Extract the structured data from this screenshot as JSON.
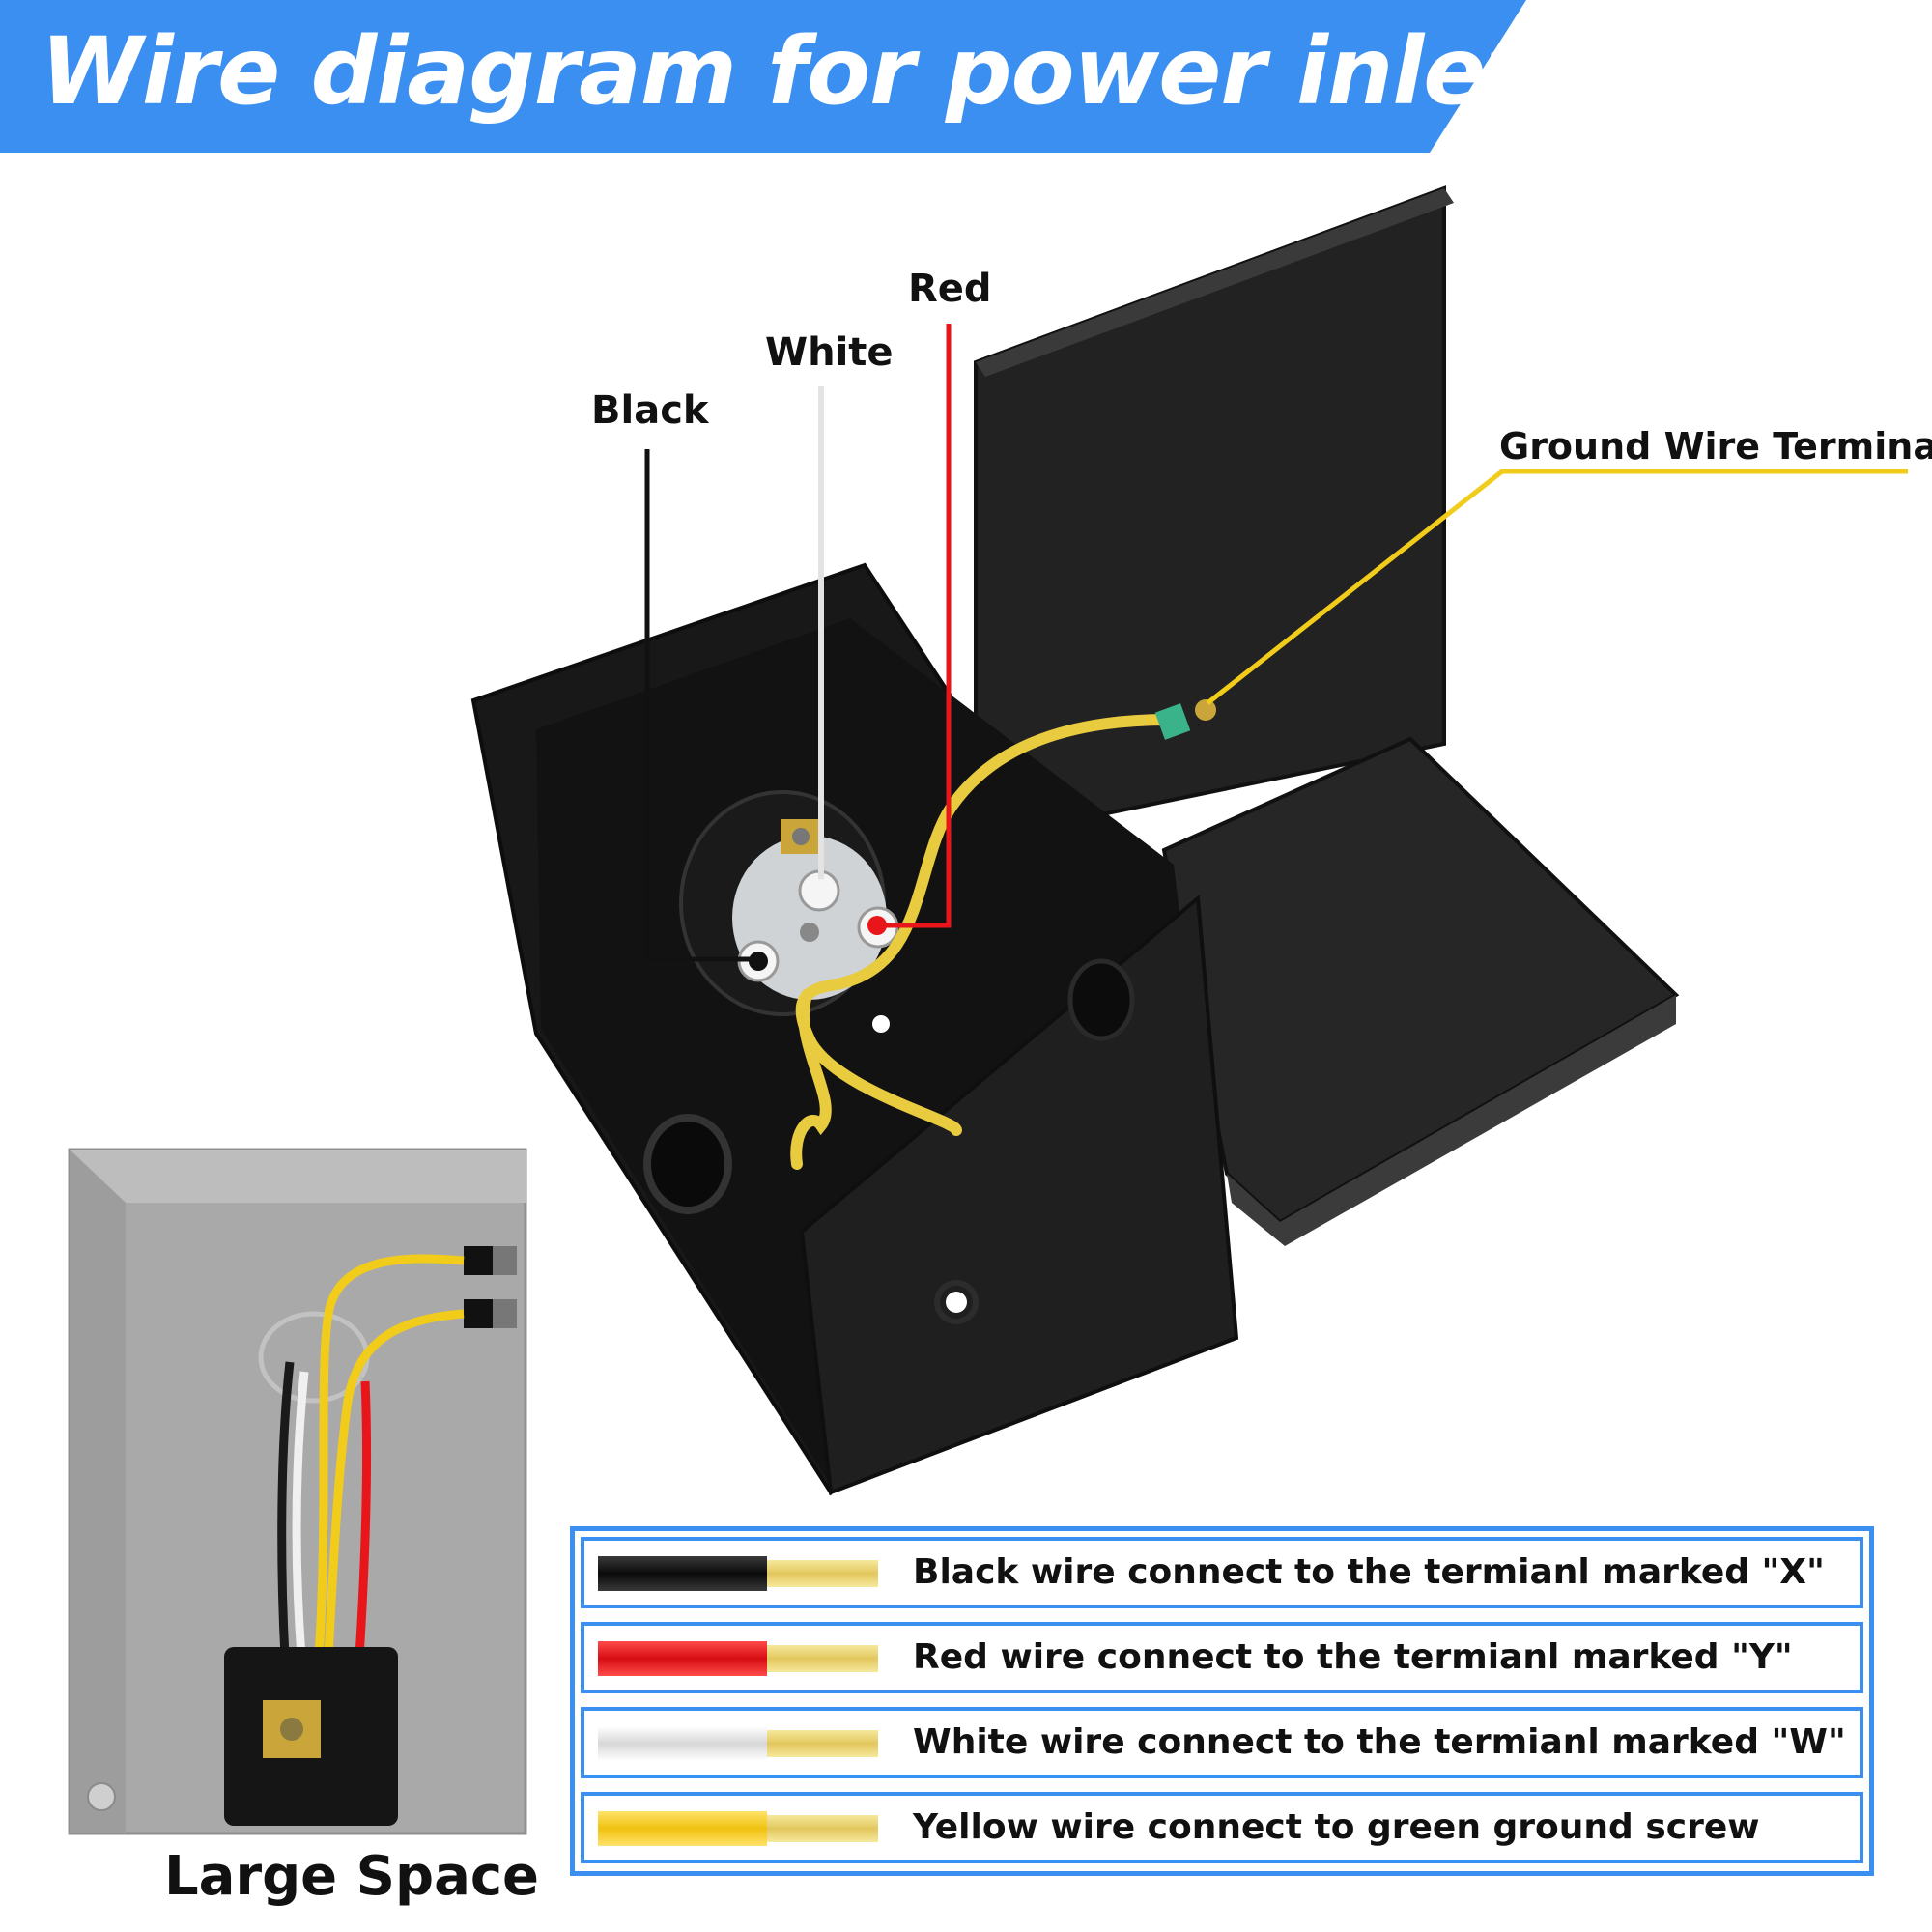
{
  "banner": {
    "title": "Wire diagram for power inlet box",
    "color": "#3a8ff0"
  },
  "callouts": {
    "red": "Red",
    "white": "White",
    "black": "Black",
    "ground": "Ground Wire Terminal"
  },
  "caption": "Large Space",
  "legend": [
    {
      "wire_color": "#1a1a1a",
      "text": "Black wire connect to the termianl marked \"X\""
    },
    {
      "wire_color": "#e8151b",
      "text": "Red wire connect to the termianl marked \"Y\""
    },
    {
      "wire_color": "#e6e6e6",
      "text": "White wire connect to the termianl marked \"W\""
    },
    {
      "wire_color": "#f2cc1a",
      "text": "Yellow wire connect to green ground screw"
    }
  ],
  "colors": {
    "accent": "#3a8ff0",
    "ground_line": "#f2cc1a",
    "red_line": "#e8151b",
    "box": "#1c1c1c",
    "panel": "#a9a9a9"
  }
}
